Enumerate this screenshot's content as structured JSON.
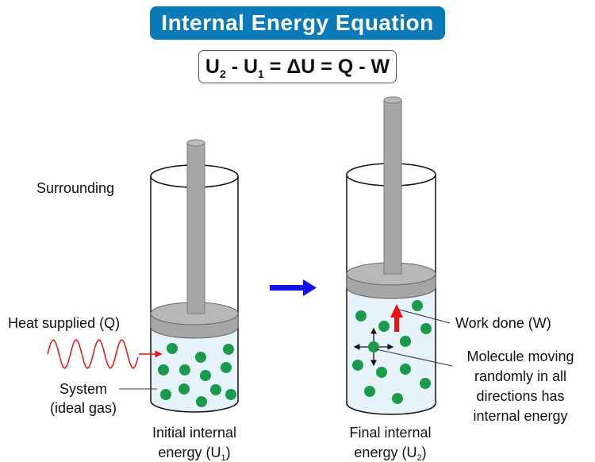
{
  "title": "Internal Energy Equation",
  "equation": {
    "u2": "U",
    "u2_sub": "2",
    "minus1": " - ",
    "u1": "U",
    "u1_sub": "1",
    "rest": " = ΔU = Q - W"
  },
  "labels": {
    "surrounding": "Surrounding",
    "heat": "Heat supplied (Q)",
    "system_1": "System",
    "system_2": "(ideal gas)",
    "initial_1": "Initial internal",
    "initial_2": "energy (U",
    "initial_sub": "1",
    "final_1": "Final internal",
    "final_2": "energy (U",
    "final_sub": "2",
    "close": ")",
    "work": "Work done (W)",
    "molecule": [
      "Molecule moving",
      "randomly in all",
      "directions has",
      "internal energy"
    ]
  },
  "colors": {
    "title_bg": "#0a7ab8",
    "gas": "#e6f3fa",
    "molecule": "#1a9a4a",
    "piston": "#a6a6a6",
    "heat_arrow": "#ee1111",
    "process_arrow": "#1111ee"
  }
}
